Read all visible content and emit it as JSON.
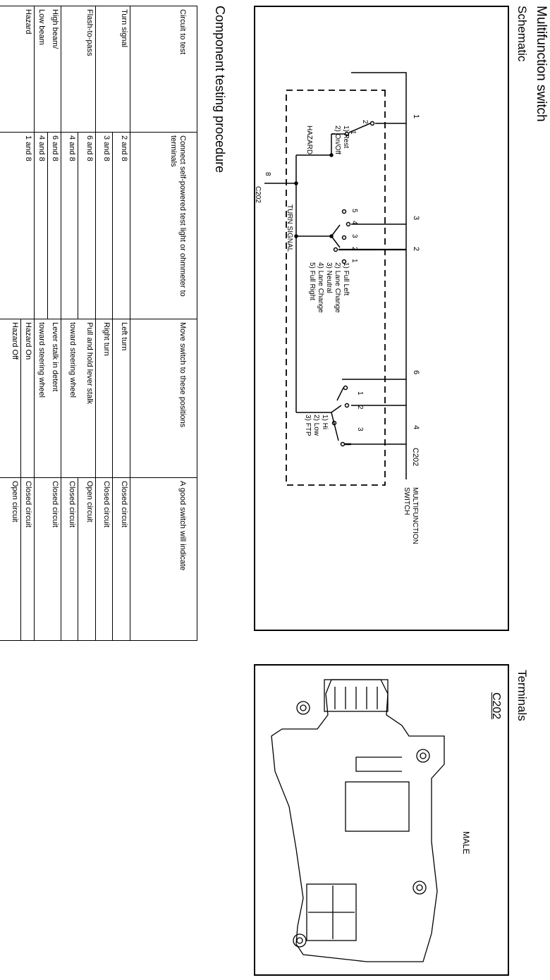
{
  "header": {
    "title": "Multifunction switch",
    "schematic_label": "Schematic",
    "terminals_label": "Terminals"
  },
  "schematic": {
    "switch_label_line1": "MULTIFUNCTION",
    "switch_label_line2": "SWITCH",
    "connector_c202_top": "C202",
    "connector_c202_bottom": "C202",
    "pin_8": "8",
    "hazard_label": "HAZARD",
    "turn_signal_label": "TURN SIGNAL",
    "top_pins": [
      "1",
      "3",
      "2",
      "6",
      "4"
    ],
    "hazard_positions": [
      "1) Rest",
      "2) On/Off"
    ],
    "hazard_contacts": [
      "2",
      "1"
    ],
    "turn_contacts": [
      "5",
      "4",
      "3",
      "2",
      "1"
    ],
    "turn_positions": [
      "1) Full Left",
      "2) Lane Change",
      "3) Neutral",
      "4) Lane Change",
      "5) Full Right"
    ],
    "beam_contacts": [
      "1",
      "2",
      "3"
    ],
    "beam_positions": [
      "1) Hi",
      "2) Low",
      "3) FTP"
    ]
  },
  "terminals": {
    "connector_name": "C202",
    "gender": "MALE"
  },
  "procedure": {
    "title": "Component testing procedure",
    "headers": [
      "Circuit to test",
      "Connect self-powered test light or ohmmeter to terminals",
      "Move switch to these positions",
      "A good switch will indicate"
    ],
    "rows": [
      {
        "circuit": "Turn signal",
        "terminals": "2 and 8",
        "position": "Left turn",
        "result": "Closed circuit"
      },
      {
        "circuit": "",
        "terminals": "3 and 8",
        "position": "Right turn",
        "result": "Closed circuit"
      },
      {
        "circuit": "Flash-to-pass",
        "terminals": "6 and 8",
        "position": "Pull and hold lever stalk",
        "result": "Open circuit"
      },
      {
        "circuit": "",
        "terminals": "4 and 8",
        "position": "toward steering wheel",
        "result": "Closed circuit"
      },
      {
        "circuit": "High beam/",
        "terminals": "6 and 8",
        "position": "Lever stalk in detent",
        "result": "Closed circuit"
      },
      {
        "circuit": "Low beam",
        "terminals": "4 and 8",
        "position": "toward steering wheel",
        "result": ""
      },
      {
        "circuit": "Hazard",
        "terminals": "1 and 8",
        "position": "Hazard On",
        "result": "Closed circuit"
      },
      {
        "circuit": "",
        "terminals": "",
        "position": "Hazard Off",
        "result": "Open circuit"
      }
    ]
  }
}
